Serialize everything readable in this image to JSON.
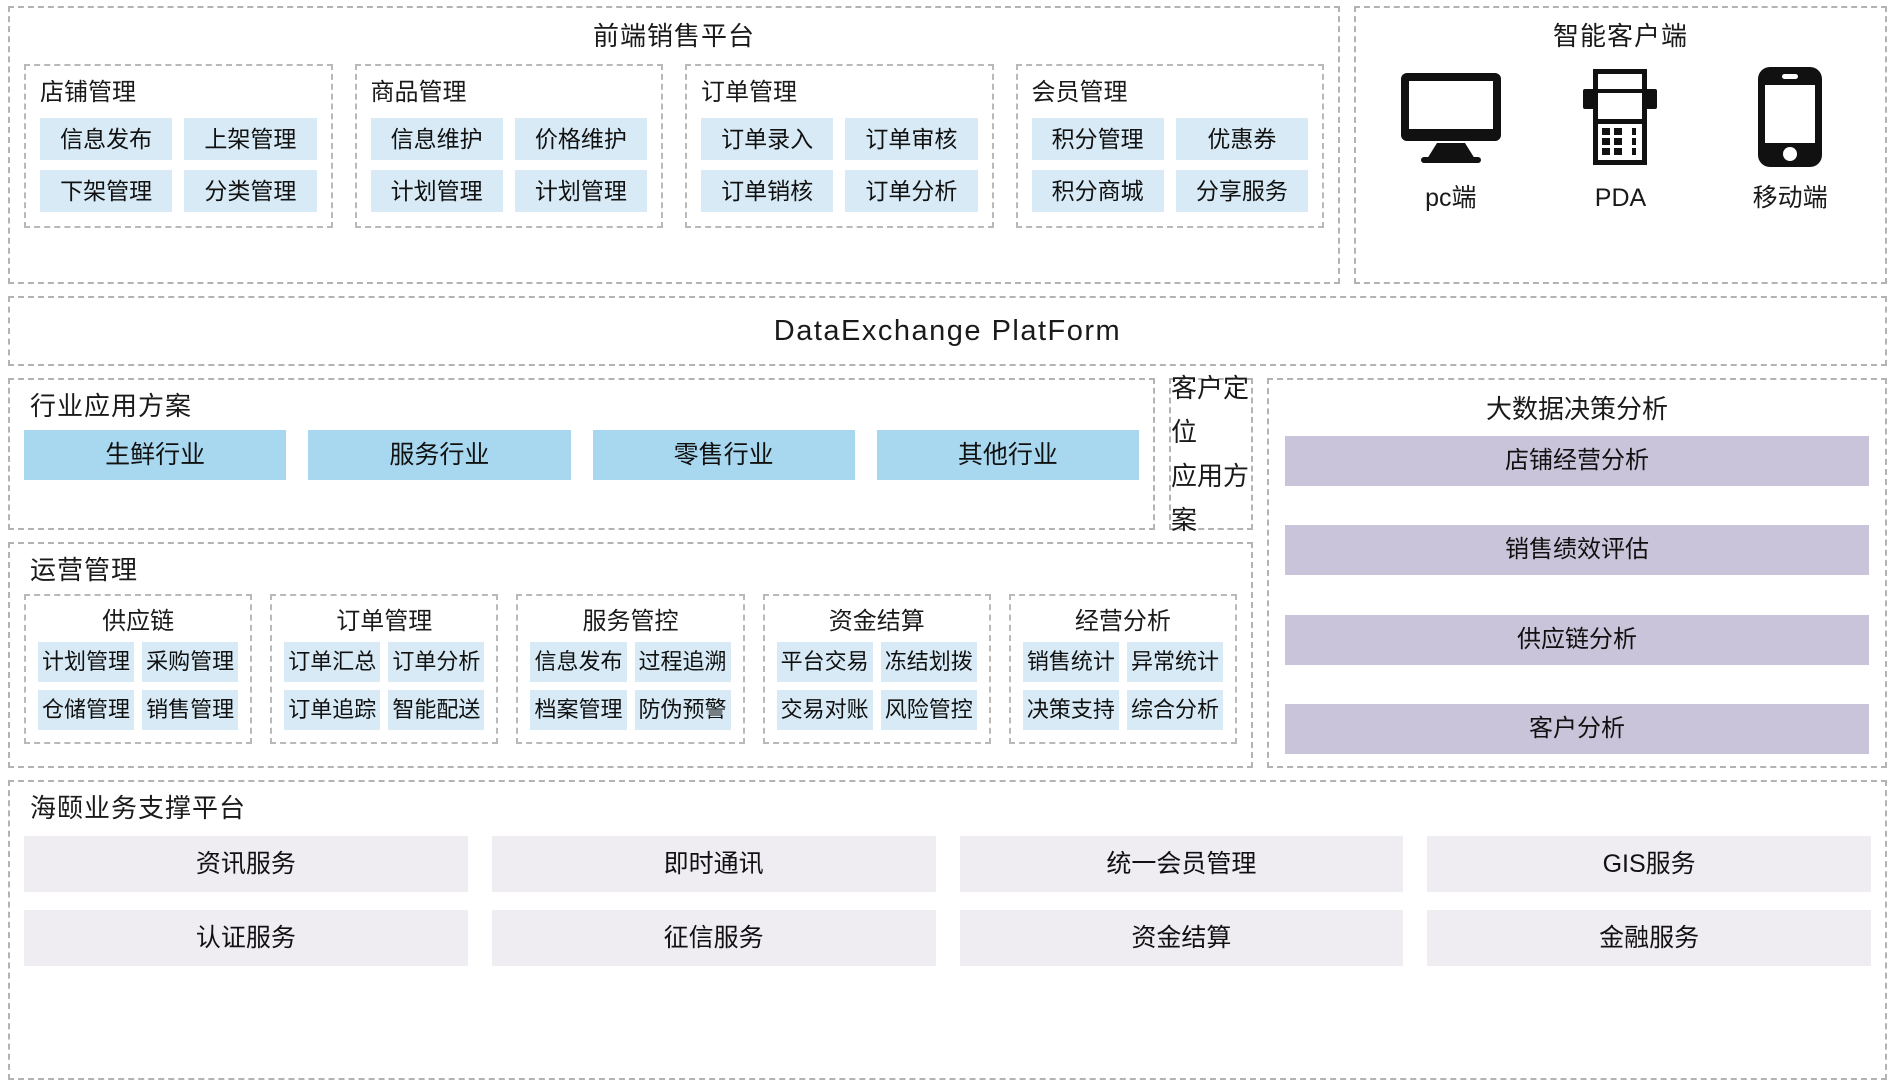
{
  "frontend": {
    "title": "前端销售平台",
    "groups": [
      {
        "title": "店铺管理",
        "items": [
          "信息发布",
          "上架管理",
          "下架管理",
          "分类管理"
        ]
      },
      {
        "title": "商品管理",
        "items": [
          "信息维护",
          "价格维护",
          "计划管理",
          "计划管理"
        ]
      },
      {
        "title": "订单管理",
        "items": [
          "订单录入",
          "订单审核",
          "订单销核",
          "订单分析"
        ]
      },
      {
        "title": "会员管理",
        "items": [
          "积分管理",
          "优惠券",
          "积分商城",
          "分享服务"
        ]
      }
    ]
  },
  "client": {
    "title": "智能客户端",
    "devices": [
      {
        "icon": "monitor-icon",
        "label": "pc端"
      },
      {
        "icon": "pda-icon",
        "label": "PDA"
      },
      {
        "icon": "mobile-icon",
        "label": "移动端"
      }
    ]
  },
  "band": {
    "label": "DataExchange  PlatForm"
  },
  "industry": {
    "title": "行业应用方案",
    "items": [
      "生鲜行业",
      "服务行业",
      "零售行业",
      "其他行业"
    ]
  },
  "customer": {
    "line1": "客户定位",
    "line2": "应用方案"
  },
  "bigdata": {
    "title": "大数据决策分析",
    "items": [
      "店铺经营分析",
      "销售绩效评估",
      "供应链分析",
      "客户分析"
    ]
  },
  "operations": {
    "title": "运营管理",
    "groups": [
      {
        "title": "供应链",
        "items": [
          "计划管理",
          "采购管理",
          "仓储管理",
          "销售管理"
        ]
      },
      {
        "title": "订单管理",
        "items": [
          "订单汇总",
          "订单分析",
          "订单追踪",
          "智能配送"
        ]
      },
      {
        "title": "服务管控",
        "items": [
          "信息发布",
          "过程追溯",
          "档案管理",
          "防伪预警"
        ]
      },
      {
        "title": "资金结算",
        "items": [
          "平台交易",
          "冻结划拨",
          "交易对账",
          "风险管控"
        ]
      },
      {
        "title": "经营分析",
        "items": [
          "销售统计",
          "异常统计",
          "决策支持",
          "综合分析"
        ]
      }
    ]
  },
  "support": {
    "title": "海颐业务支撑平台",
    "items": [
      "资讯服务",
      "即时通讯",
      "统一会员管理",
      "GIS服务",
      "认证服务",
      "征信服务",
      "资金结算",
      "金融服务"
    ]
  },
  "colors": {
    "chip_blue": "#d7eaf5",
    "industry_blue": "#a8d8f0",
    "bigdata_purple": "#c9c4d9",
    "support_grey": "#efecf2",
    "dash_border": "#b3b3b3"
  }
}
